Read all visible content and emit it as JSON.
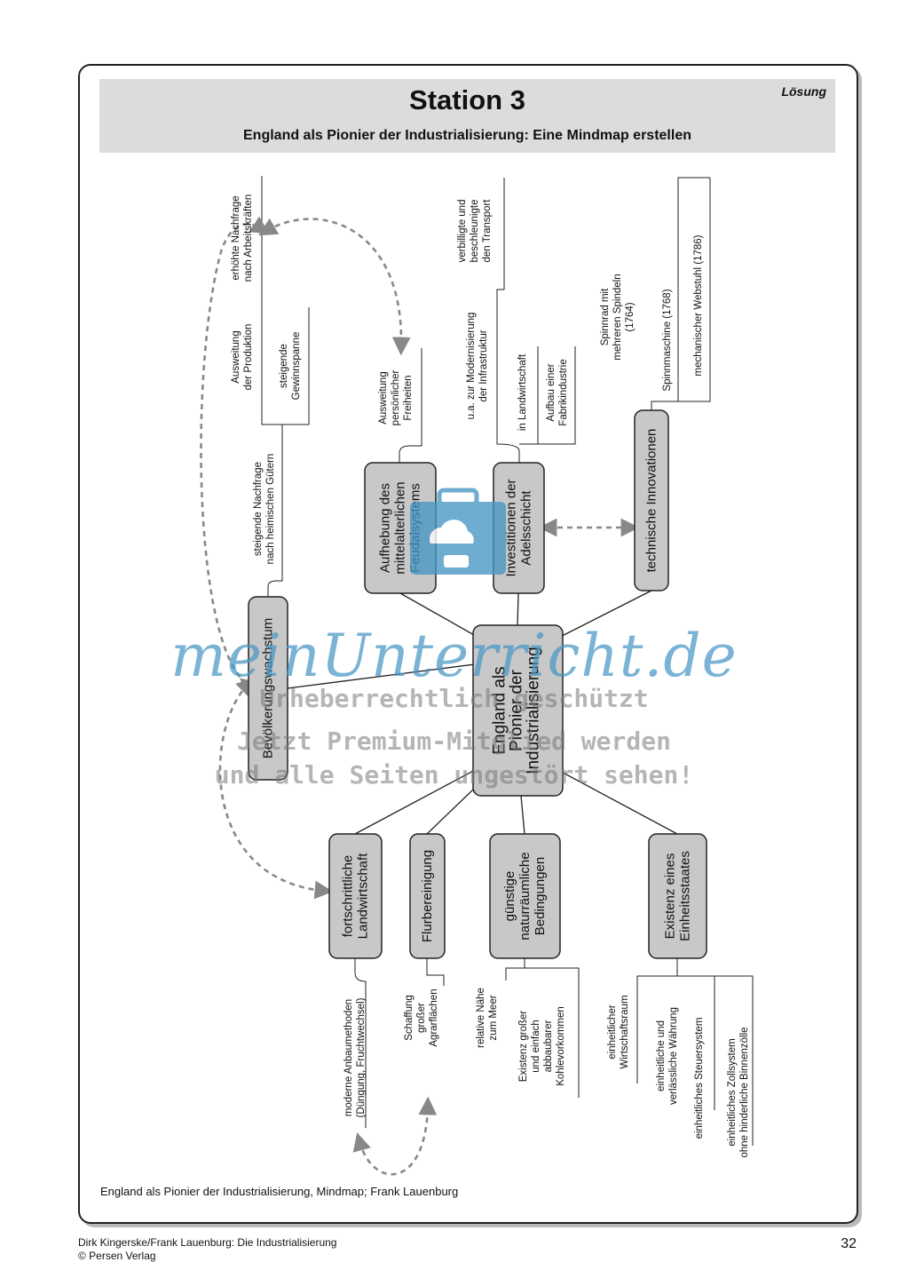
{
  "header": {
    "title": "Station 3",
    "subtitle": "England als Pionier der Industrialisierung: Eine Mindmap erstellen",
    "solution_label": "Lösung"
  },
  "mindmap": {
    "center": [
      "England als",
      "Pionier der",
      "Industrialisierung"
    ],
    "branches": {
      "bevoelkerung": [
        "Bevölkerungswachstum"
      ],
      "feudal": [
        "Aufhebung des",
        "mittelalterlichen",
        "Feudalsystems"
      ],
      "adel": [
        "Investitionen der",
        "Adelsschicht"
      ],
      "technik": [
        "technische Innovationen"
      ],
      "landwirtschaft": [
        "fortschrittliche",
        "Landwirtschaft"
      ],
      "flur": [
        "Flurbereinigung"
      ],
      "natur": [
        "günstige",
        "naturräumliche",
        "Bedingungen"
      ],
      "einheit": [
        "Existenz eines",
        "Einheitsstaates"
      ]
    },
    "leaves": {
      "nachfrage": [
        "steigende Nachfrage",
        "nach heimischen Gütern"
      ],
      "produktion": [
        "Ausweitung",
        "der Produktion"
      ],
      "gewinn": [
        "steigende",
        "Gewinnspanne"
      ],
      "arbeitskraefte": [
        "erhöhte Nachfrage",
        "nach Arbeitskräften"
      ],
      "freiheiten": [
        "Ausweitung",
        "persönlicher",
        "Freiheiten"
      ],
      "infrastruktur": [
        "u.a. zur Modernisierung",
        "der Infrastruktur"
      ],
      "transport": [
        "verbilligte und",
        "beschleunigte",
        "den Transport"
      ],
      "inlandwirtschaft": [
        "in Landwirtschaft"
      ],
      "fabrik": [
        "Aufbau einer",
        "Fabrikindustrie"
      ],
      "spinnrad": [
        "Spinnrad mit",
        "mehreren Spindeln",
        "(1764)"
      ],
      "spinnmaschine": [
        "Spinnmaschine (1768)"
      ],
      "webstuhl": [
        "mechanischer Webstuhl (1786)"
      ],
      "anbau": [
        "moderne Anbaumethoden",
        "(Düngung, Fruchtwechsel)"
      ],
      "agrar": [
        "Schaffung",
        "großer",
        "Agrarflächen"
      ],
      "meer": [
        "relative Nähe",
        "zum Meer"
      ],
      "kohle": [
        "Existenz großer",
        "und einfach",
        "abbaubarer",
        "Kohlevorkommen"
      ],
      "wirtschaftsraum": [
        "einheitlicher",
        "Wirtschaftsraum"
      ],
      "waehrung": [
        "einheitliche und",
        "verlässliche Währung"
      ],
      "steuer": [
        "einheitliches Steuersystem"
      ],
      "zoll": [
        "einheitliches Zollsystem",
        "ohne hinderliche Binnenzölle"
      ]
    }
  },
  "watermark": {
    "brand": "meinUnterricht.de",
    "line1": "Urheberrechtlich geschützt",
    "line2": "Jetzt Premium-Mitglied werden",
    "line3": "und alle Seiten ungestört sehen!"
  },
  "caption": "England als Pionier der Industrialisierung, Mindmap; Frank Lauenburg",
  "footer": {
    "authors": "Dirk Kingerske/Frank Lauenburg: Die Industrialisierung",
    "publisher": "© Persen Verlag",
    "page_number": "32"
  },
  "colors": {
    "header_bg": "#dcdcdc",
    "node_fill": "#c8c8c8",
    "watermark_blue": "#4696c3"
  }
}
